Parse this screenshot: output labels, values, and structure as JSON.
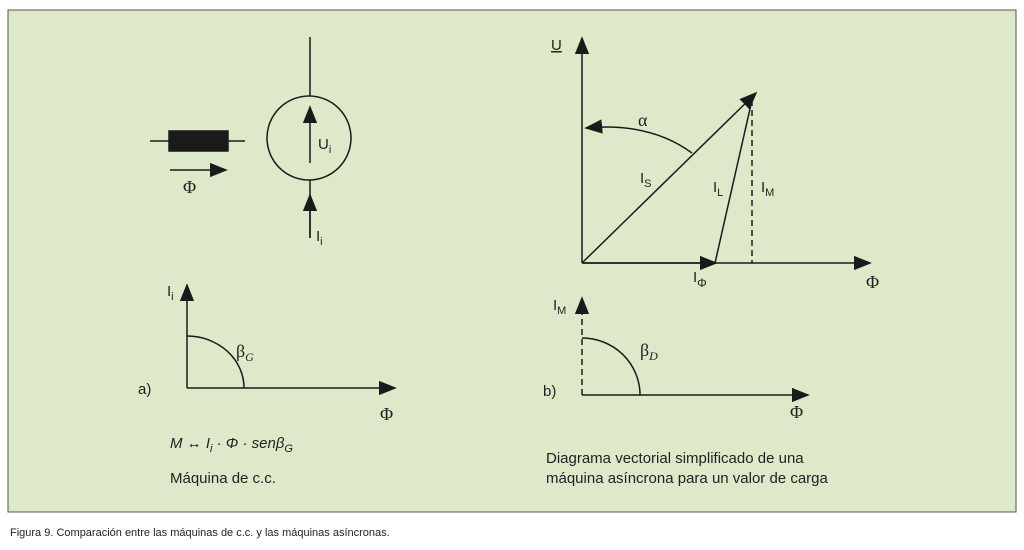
{
  "left": {
    "phi": "Φ",
    "ui": "U",
    "ui_sub": "i",
    "ii": "I",
    "ii_sub": "i",
    "axis_y": "I",
    "axis_y_sub": "i",
    "beta": "β",
    "beta_sub": "G",
    "panel_label": "a)",
    "axis_x": "Φ",
    "formula": "M ↔ I",
    "formula_sub": "i",
    "formula_rest": " · Φ · senβ",
    "formula_sub2": "G",
    "caption": "Máquina de c.c."
  },
  "right": {
    "u": "U",
    "alpha": "α",
    "is": "I",
    "is_sub": "S",
    "il": "I",
    "il_sub": "L",
    "im": "I",
    "im_sub": "M",
    "iphi": "I",
    "iphi_sub": "Φ",
    "axis_x": "Φ",
    "lower_y": "I",
    "lower_y_sub": "M",
    "beta": "β",
    "beta_sub": "D",
    "panel_label": "b)",
    "lower_x": "Φ",
    "caption_line1": "Diagrama vectorial simplificado de una",
    "caption_line2": "máquina asíncrona para un valor de carga"
  },
  "figure_caption": "Figura 9. Comparación entre las máquinas de c.c. y las máquinas asíncronas.",
  "colors": {
    "panel": "#dde9c8",
    "border": "#555555",
    "ink": "#1a1a1a"
  }
}
